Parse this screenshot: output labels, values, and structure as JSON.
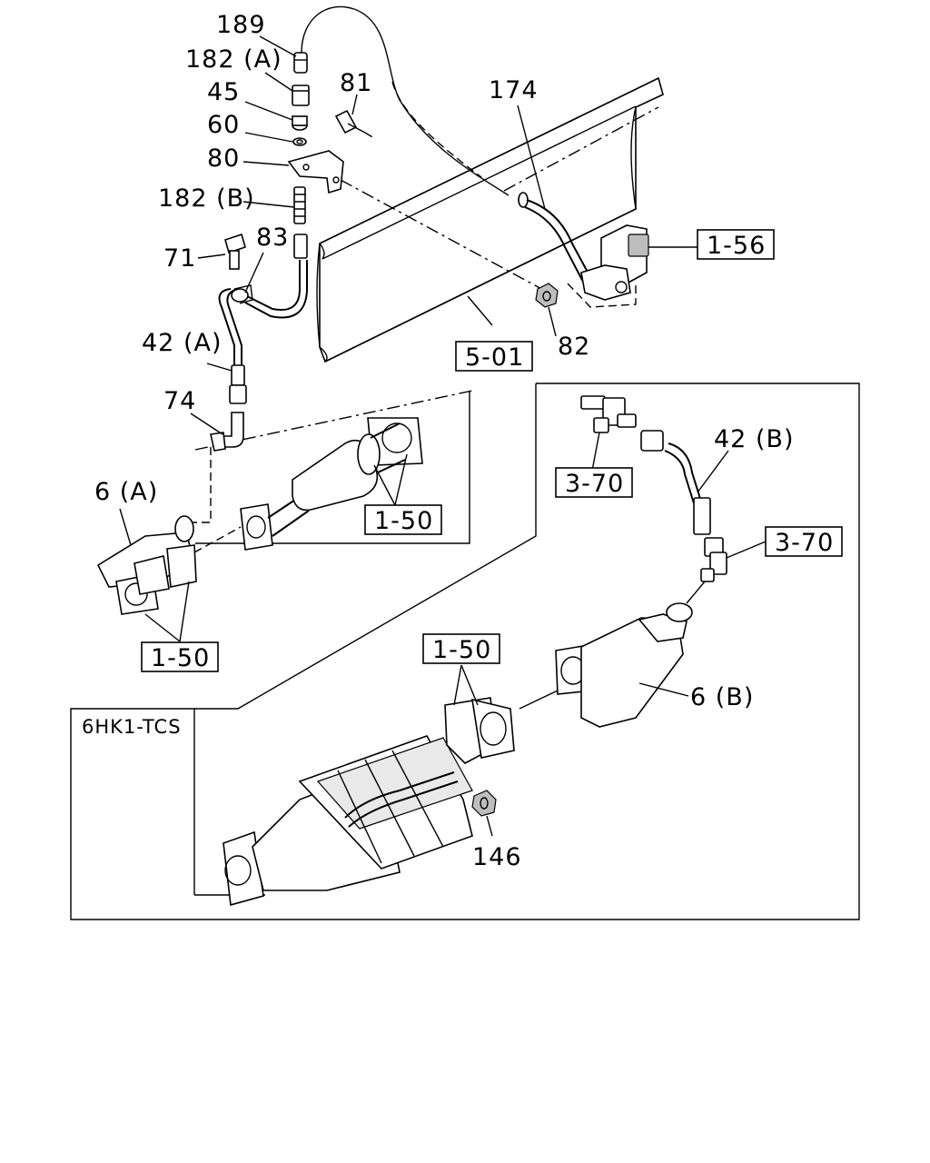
{
  "callouts": {
    "c189": "189",
    "c182a": "182 (A)",
    "c45": "45",
    "c60": "60",
    "c80": "80",
    "c182b": "182 (B)",
    "c81": "81",
    "c174": "174",
    "c71": "71",
    "c83": "83",
    "c42a": "42 (A)",
    "c74": "74",
    "c6a": "6 (A)",
    "c82": "82",
    "c42b": "42 (B)",
    "c6b": "6 (B)",
    "c146": "146"
  },
  "references": {
    "r156": "1-56",
    "r501": "5-01",
    "r150_top": "1-50",
    "r150_left": "1-50",
    "r150_bottom": "1-50",
    "r370_a": "3-70",
    "r370_b": "3-70"
  },
  "variant_label": "6HK1-TCS"
}
